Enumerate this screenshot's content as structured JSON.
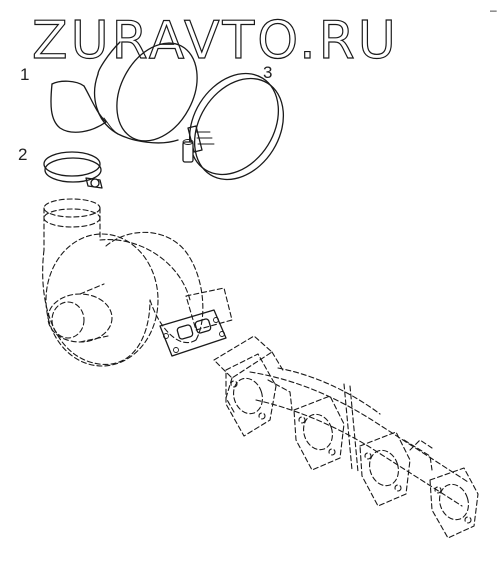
{
  "watermark": {
    "text": "ZURAVTO.RU"
  },
  "callouts": [
    {
      "number": "1",
      "part": "elbow-hose"
    },
    {
      "number": "2",
      "part": "small-hose-clamp"
    },
    {
      "number": "3",
      "part": "large-hose-clamp"
    }
  ],
  "corner_mark": "–",
  "colors": {
    "line": "#1a1a1a",
    "background": "#ffffff"
  }
}
